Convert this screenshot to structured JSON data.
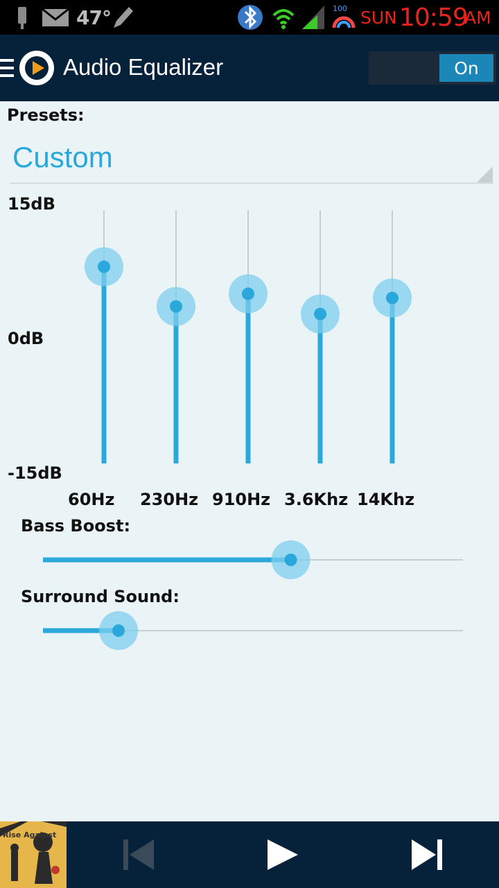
{
  "status_bar": {
    "temperature": "47°",
    "day": "SUN",
    "time": "10:59",
    "ampm": "AM",
    "battery_level": "100",
    "icons": [
      "usb-icon",
      "email-icon",
      "pencil-icon",
      "bluetooth-icon",
      "wifi-icon",
      "signal-icon",
      "battery-icon"
    ]
  },
  "header": {
    "title": "Audio Equalizer",
    "toggle_label": "On",
    "toggle_state": true
  },
  "presets": {
    "label": "Presets:",
    "selected": "Custom"
  },
  "equalizer": {
    "db_max_label": "15dB",
    "db_mid_label": "0dB",
    "db_min_label": "-15dB",
    "min_db": -15,
    "max_db": 15,
    "bands": [
      {
        "label": "60Hz",
        "db": 8.3
      },
      {
        "label": "230Hz",
        "db": 3.6
      },
      {
        "label": "910Hz",
        "db": 5.1
      },
      {
        "label": "3.6Khz",
        "db": 2.7
      },
      {
        "label": "14Khz",
        "db": 4.6
      }
    ]
  },
  "bass_boost": {
    "label": "Bass Boost:",
    "level": 0.59
  },
  "surround_sound": {
    "label": "Surround Sound:",
    "level": 0.18
  },
  "player": {
    "album_title": "Rise Against",
    "buttons": [
      "previous-icon",
      "play-icon",
      "next-icon"
    ]
  },
  "colors": {
    "accent": "#2aa8db",
    "thumb_halo": "#7ecfed",
    "header_bg": "#06213a",
    "background": "#eaf3f5",
    "clock_red": "#e8231c"
  }
}
